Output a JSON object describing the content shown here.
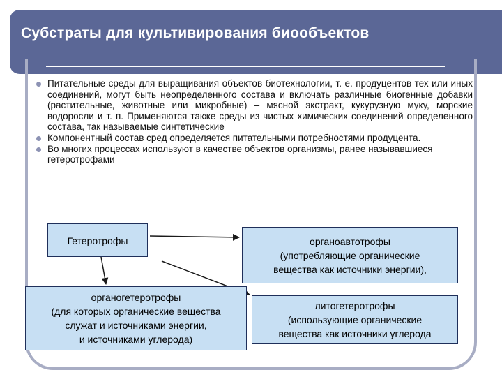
{
  "header": {
    "title": "Субстраты для культивирования биообъектов"
  },
  "bullets": [
    "Питательные среды для выращивания объектов биотехнологии, т. е. продуцентов тех или иных соединений, могут быть неопределенного состава и включать различные биогенные добавки (растительные, животные или микробные) – мясной экстракт, кукурузную муку, морские водоросли и т. п. Применяются также среды из чистых химических соединений определенного состава, так называемые синтетические",
    "Компонентный состав сред определяется питательными потребностями продуцента.",
    "Во многих процессах используют в качестве объектов организмы, ранее называвшиеся гетеротрофами"
  ],
  "diagram": {
    "heterotrophs": "Гетеротрофы",
    "organoautotrophs": [
      "органоавтотрофы",
      "(употребляющие органические",
      "вещества как источники энергии),"
    ],
    "organoheterotrophs": [
      "органогетеротрофы",
      "(для которых органические вещества",
      "служат и источниками энергии,",
      "и источниками углерода)"
    ],
    "lithoheterotrophs": [
      "литогетеротрофы",
      "(использующие органические",
      "вещества как источники углерода"
    ]
  },
  "colors": {
    "title_bar": "#5b6796",
    "frame": "#a8adc4",
    "box_fill": "#c7dff3",
    "box_border": "#1f2f5a",
    "bullet": "#8d93b4"
  }
}
